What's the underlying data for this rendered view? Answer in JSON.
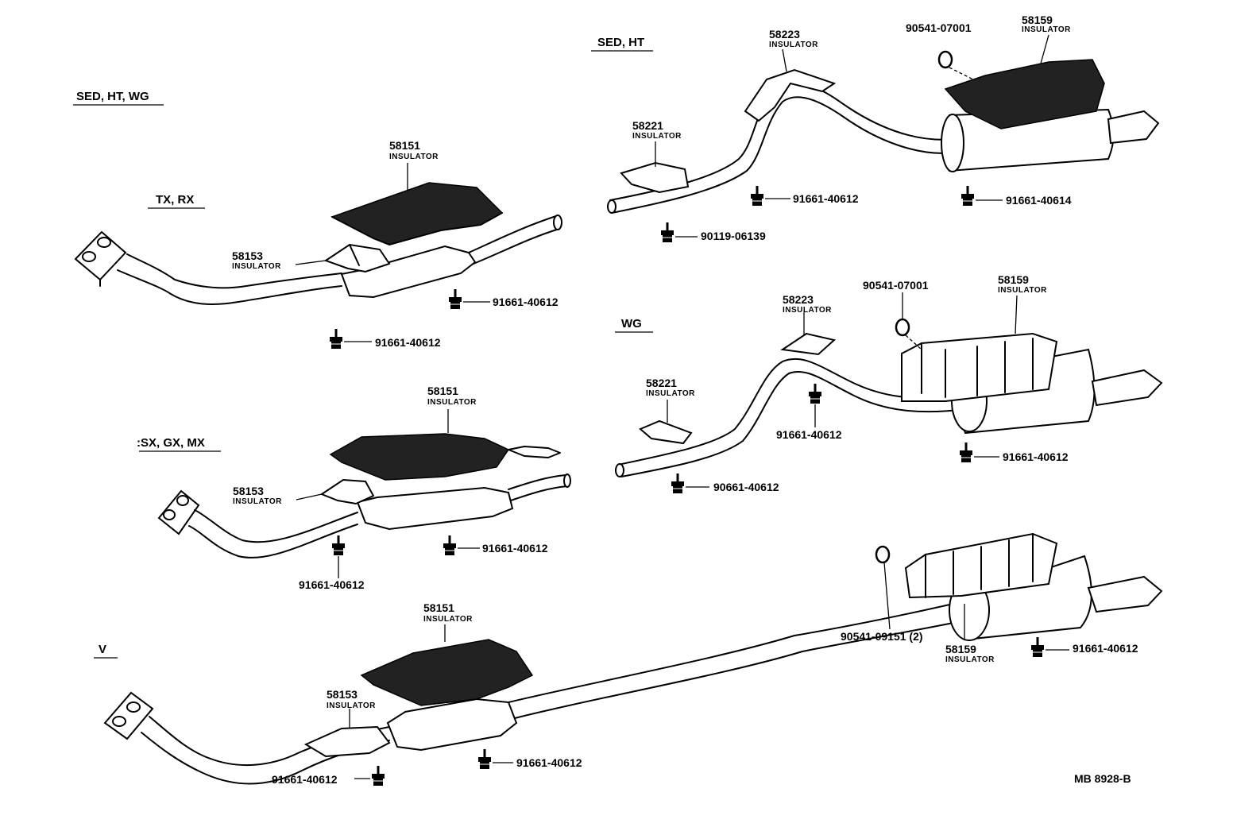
{
  "sections": {
    "sed_ht_wg": "SED, HT, WG",
    "tx_rx": "TX, RX",
    "sx_gx_mx": ":SX, GX, MX",
    "v": "V",
    "sed_ht": "SED, HT",
    "wg": "WG"
  },
  "parts": {
    "p1_58151": "58151",
    "p1_58151_ins": "INSULATOR",
    "p1_58153": "58153",
    "p1_58153_ins": "INSULATOR",
    "p1_bolt_a": "91661-40612",
    "p1_bolt_b": "91661-40612",
    "p2_58151": "58151",
    "p2_58151_ins": "INSULATOR",
    "p2_58153": "58153",
    "p2_58153_ins": "INSULATOR",
    "p2_bolt_a": "91661-40612",
    "p2_bolt_b": "91661-40612",
    "p3_58151": "58151",
    "p3_58151_ins": "INSULATOR",
    "p3_58153": "58153",
    "p3_58153_ins": "INSULATOR",
    "p3_bolt_a": "91661-40612",
    "p3_bolt_b": "91661-40612",
    "r1_58223": "58223",
    "r1_58223_ins": "INSULATOR",
    "r1_58221": "58221",
    "r1_58221_ins": "INSULATOR",
    "r1_nut": "90541-07001",
    "r1_58159": "58159",
    "r1_58159_ins": "INSULATOR",
    "r1_bolt_a": "91661-40612",
    "r1_bolt_b": "91661-40614",
    "r1_bolt_c": "90119-06139",
    "r2_58223": "58223",
    "r2_58223_ins": "INSULATOR",
    "r2_58221": "58221",
    "r2_58221_ins": "INSULATOR",
    "r2_nut": "90541-07001",
    "r2_58159": "58159",
    "r2_58159_ins": "INSULATOR",
    "r2_bolt_a": "91661-40612",
    "r2_bolt_b": "91661-40612",
    "r2_bolt_c": "90661-40612",
    "r3_nut": "90541-09151 (2)",
    "r3_58159": "58159",
    "r3_58159_ins": "INSULATOR",
    "r3_bolt": "91661-40612"
  },
  "diagram_code": "MB 8928-B"
}
